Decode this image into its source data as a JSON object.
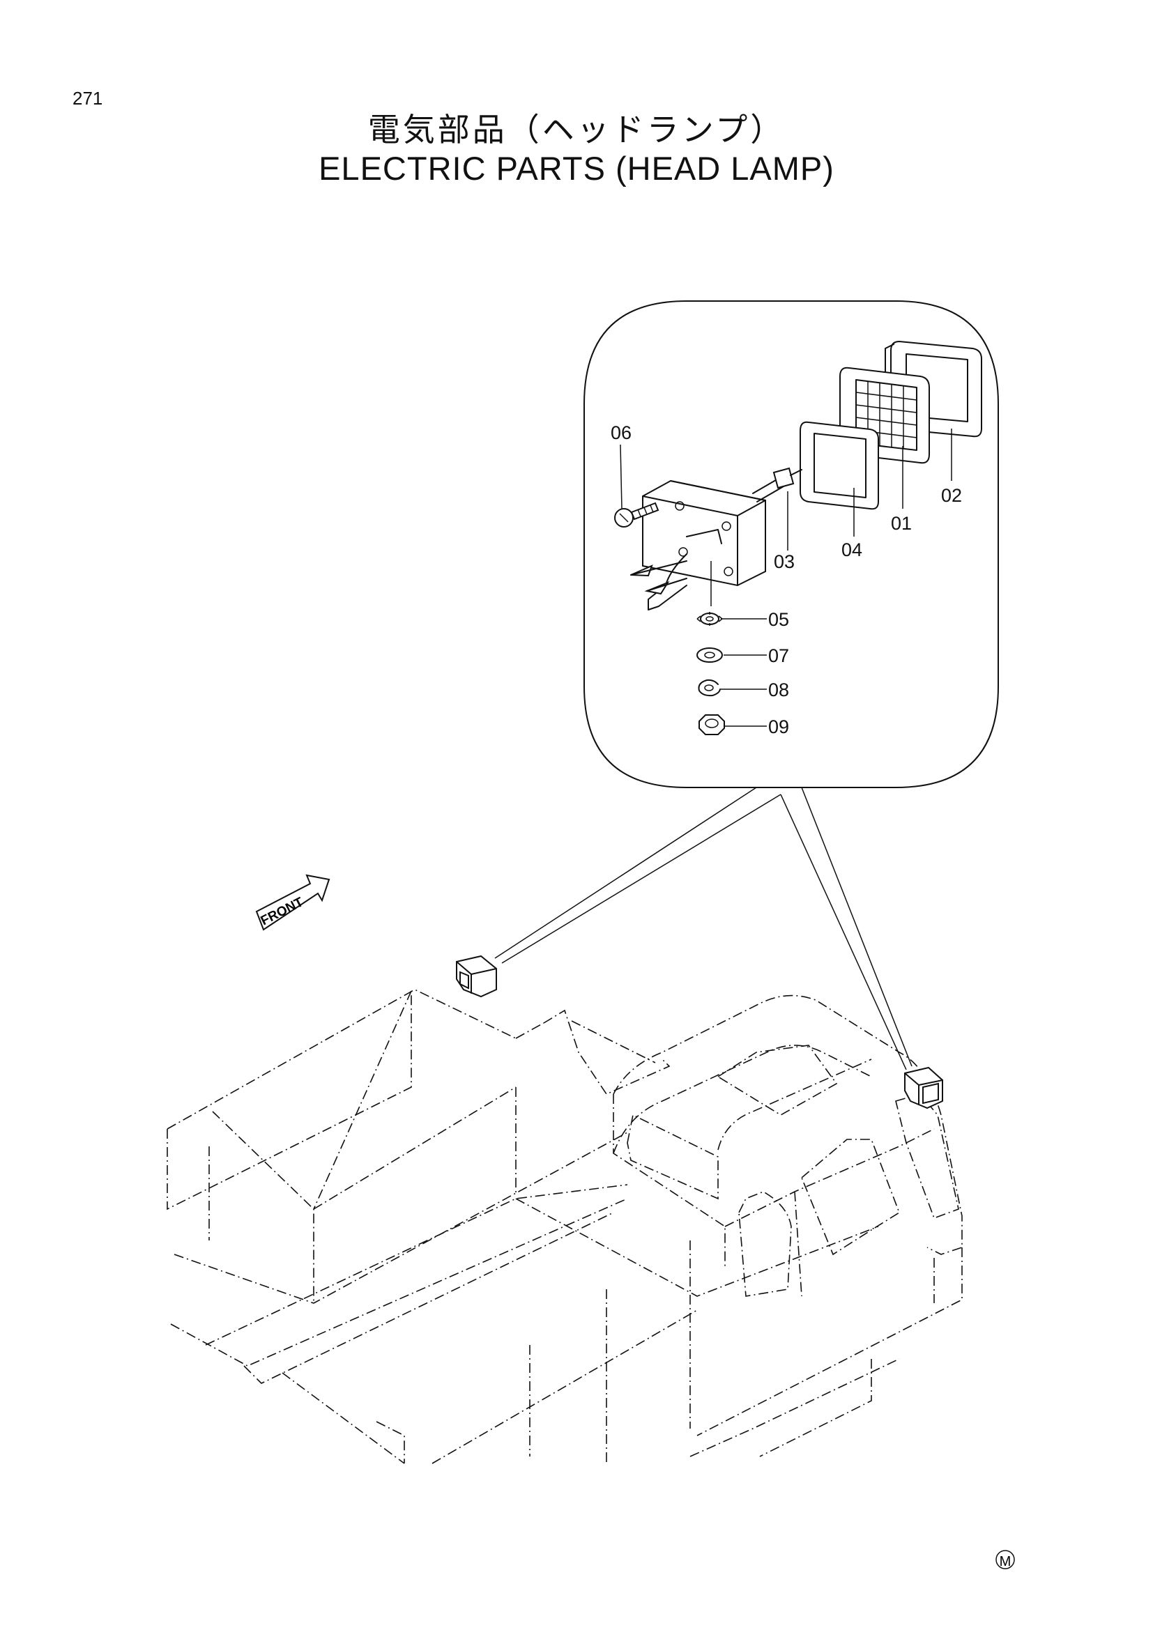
{
  "page": {
    "number": "271",
    "title_jp": "電気部品（ヘッドランプ）",
    "title_en": "ELECTRIC PARTS (HEAD LAMP)"
  },
  "diagram": {
    "callouts": [
      "06",
      "03",
      "04",
      "01",
      "02",
      "05",
      "07",
      "08",
      "09"
    ],
    "front_label": "FRONT",
    "manufacturer_mark": "M"
  }
}
